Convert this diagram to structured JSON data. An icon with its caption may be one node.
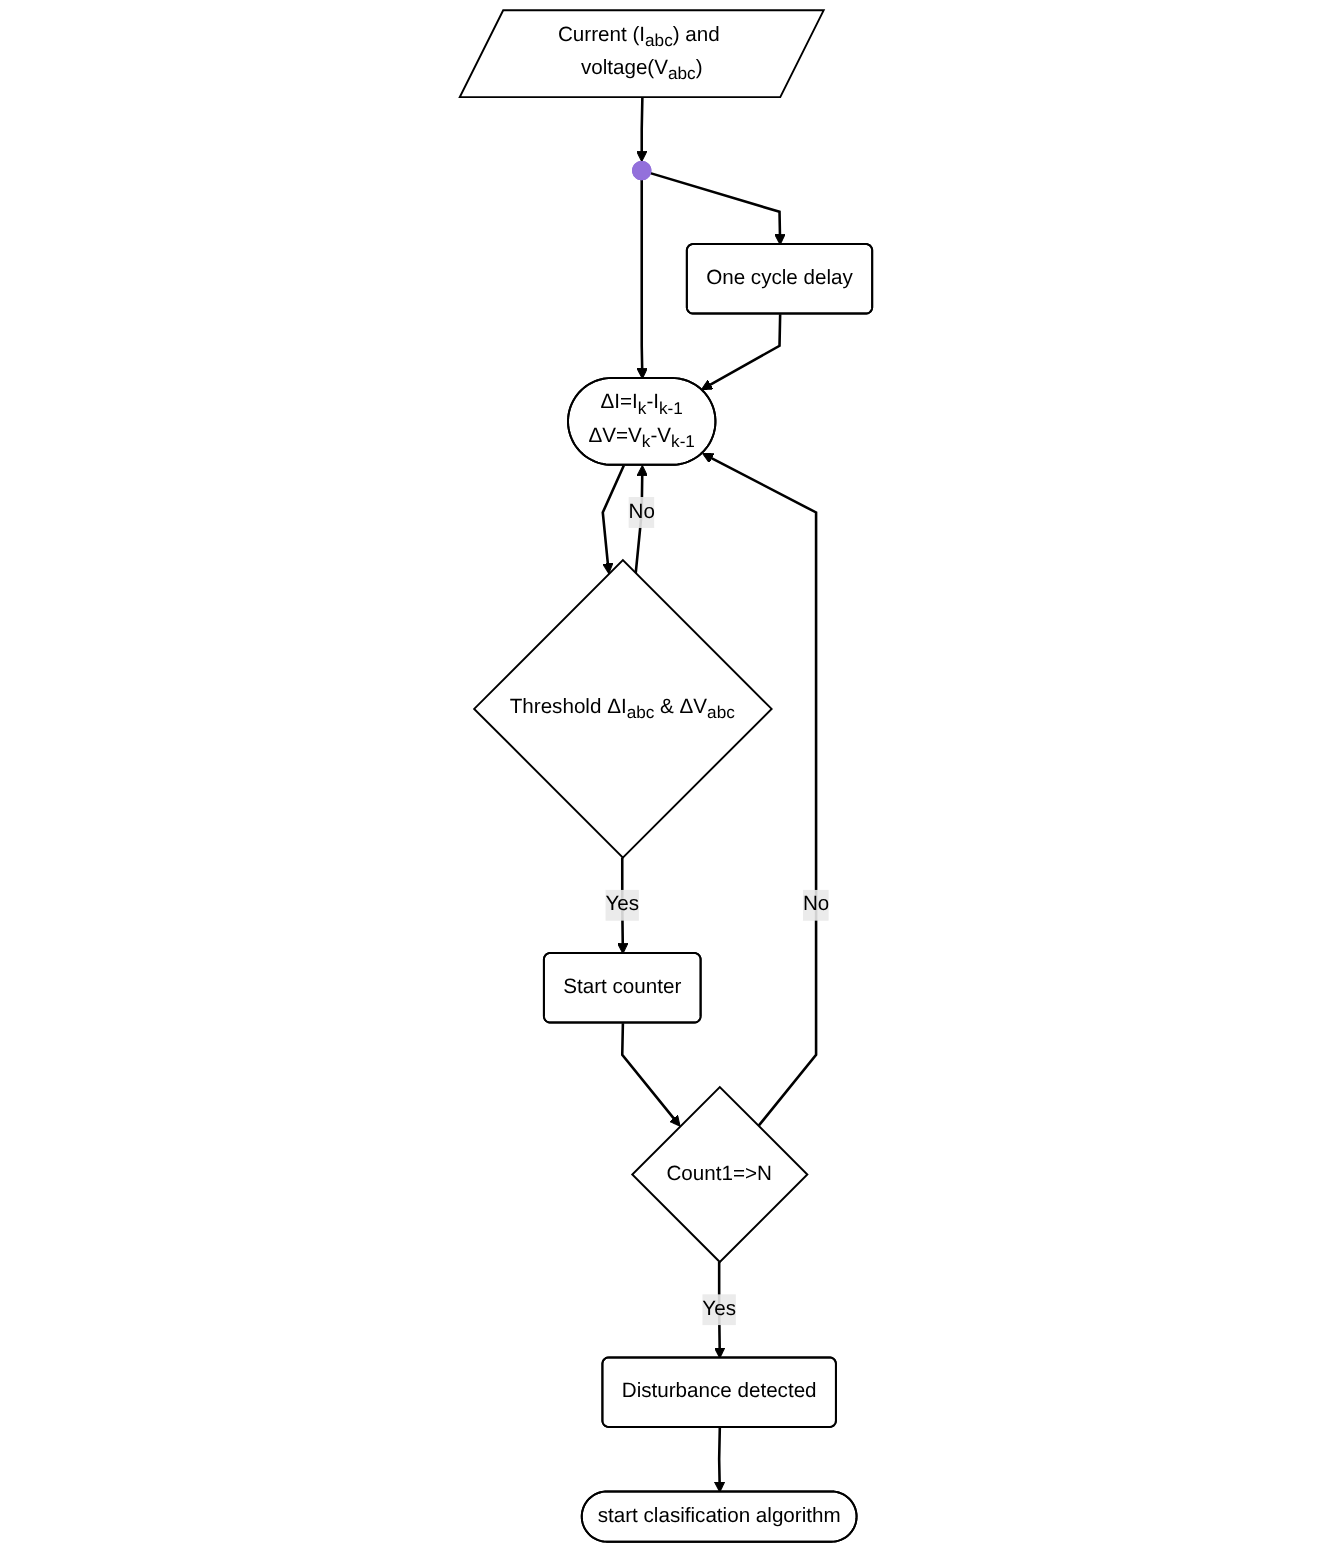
{
  "diagram": {
    "nodes": [
      {
        "text": [
          "Current (I$_{abc}$) and voltage(V$_{abc}$)"
        ]
      },
      {
        "text": [],
        "shape": "circle"
      },
      {
        "text": [
          "One cycle delay"
        ]
      },
      {
        "text": [
          "ΔI=I$_{k}$-I$_{k-1}$",
          "ΔV=V$_{k}$-V$_{k-1}$"
        ]
      },
      {
        "text": [
          "Threshold ΔI$_{abc}$ & ΔV$_{abc}$"
        ]
      },
      {
        "text": [
          "Start counter"
        ]
      },
      {
        "text": [
          "Count1=>N"
        ]
      },
      {
        "text": [
          "Disturbance detected"
        ]
      },
      {
        "text": [
          "start clasification algorithm"
        ]
      }
    ],
    "edges": [
      {
        "from": 0,
        "to": 1,
        "arrow": "to"
      },
      {
        "from": 1,
        "to": 2,
        "arrow": "to"
      },
      {
        "from": 1,
        "to": 3,
        "arrow": "to"
      },
      {
        "from": 2,
        "to": 3,
        "arrow": "to"
      },
      {
        "from": 3,
        "to": 4,
        "arrow": "to"
      },
      {
        "from": 4,
        "to": 3,
        "arrow": "to",
        "label": "No"
      },
      {
        "from": 4,
        "to": 5,
        "arrow": "to",
        "label": "Yes"
      },
      {
        "from": 5,
        "to": 6,
        "arrow": "to"
      },
      {
        "from": 6,
        "to": 3,
        "arrow": "to",
        "label": "No"
      },
      {
        "from": 6,
        "to": 7,
        "arrow": "to",
        "label": "Yes"
      },
      {
        "from": 7,
        "to": 8,
        "arrow": "to"
      }
    ]
  }
}
